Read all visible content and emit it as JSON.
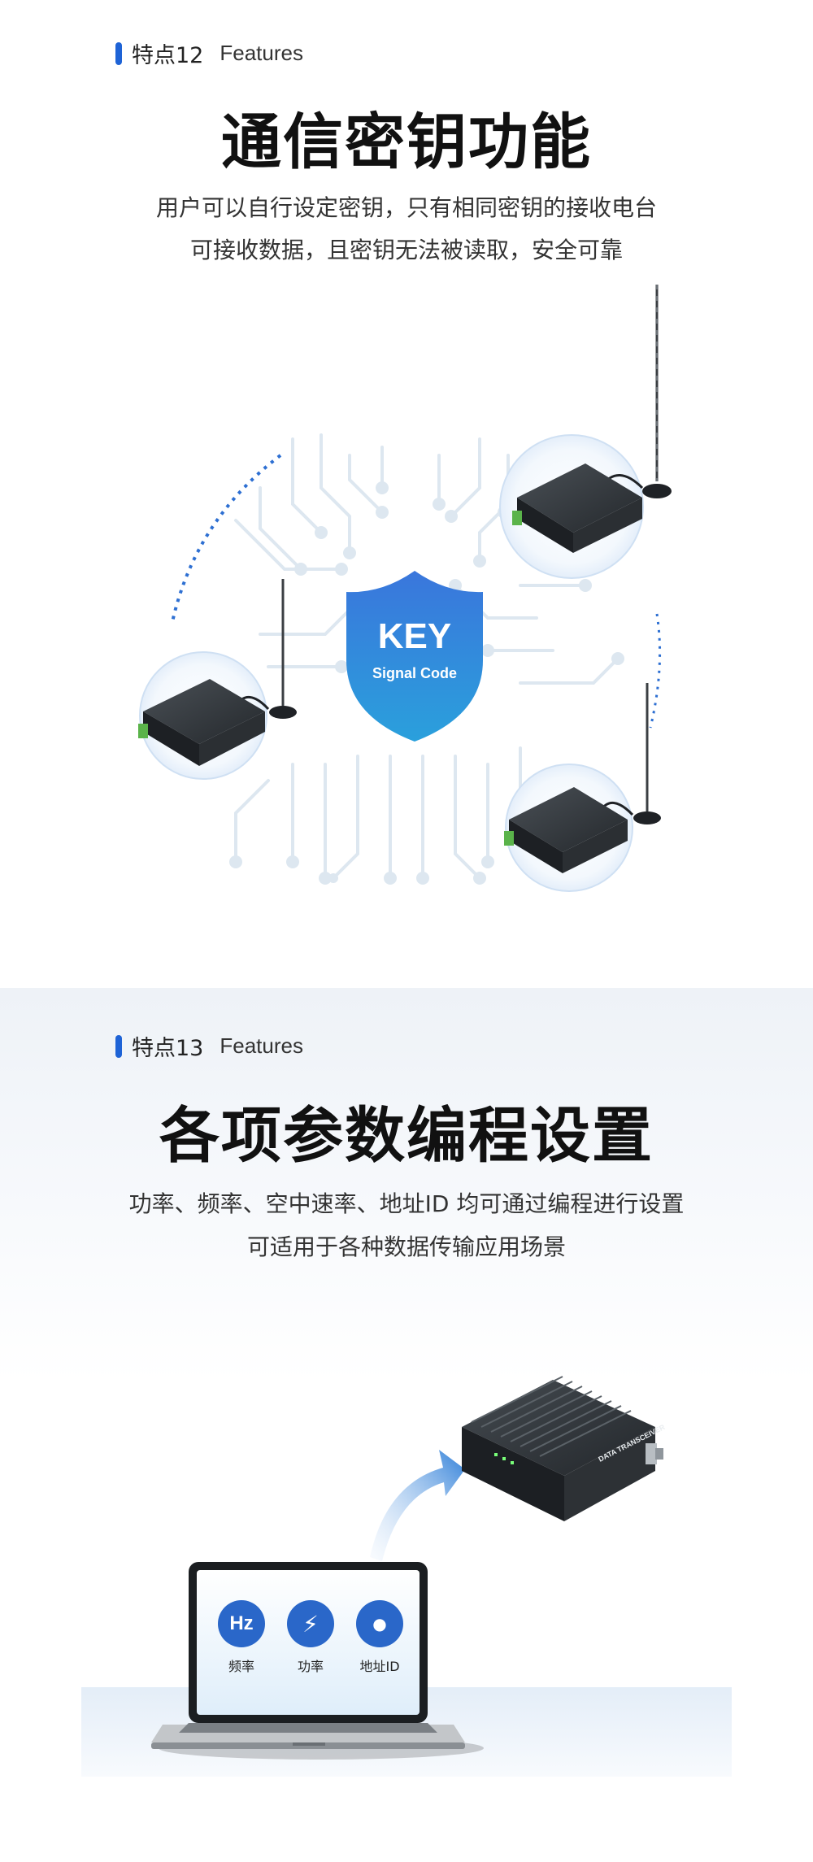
{
  "feature12": {
    "tag_cn": "特点12",
    "tag_en": "Features",
    "title": "通信密钥功能",
    "desc_line1": "用户可以自行设定密钥，只有相同密钥的接收电台",
    "desc_line2": "可接收数据，且密钥无法被读取，安全可靠",
    "shield": {
      "key": "KEY",
      "sub": "Signal Code"
    },
    "icons": [
      "shield-icon",
      "radio-device-icon",
      "antenna-icon",
      "circuit-pattern-icon"
    ]
  },
  "feature13": {
    "tag_cn": "特点13",
    "tag_en": "Features",
    "title": "各项参数编程设置",
    "desc_line1": "功率、频率、空中速率、地址ID 均可通过编程进行设置",
    "desc_line2": "可适用于各种数据传输应用场景",
    "screen_items": [
      {
        "glyph": "Hz",
        "label": "频率",
        "icon": "frequency-icon"
      },
      {
        "glyph": "⚡",
        "label": "功率",
        "icon": "power-icon"
      },
      {
        "glyph": "●",
        "label": "地址ID",
        "icon": "location-pin-icon"
      }
    ],
    "device_text": "DATA TRANSCEIVER",
    "icons": [
      "laptop-icon",
      "arrow-icon",
      "radio-device-icon"
    ]
  },
  "colors": {
    "accent": "#1e63d6",
    "shield_top": "#3f7fe0",
    "shield_bottom": "#2a9bd9",
    "device": "#2b2f33"
  }
}
